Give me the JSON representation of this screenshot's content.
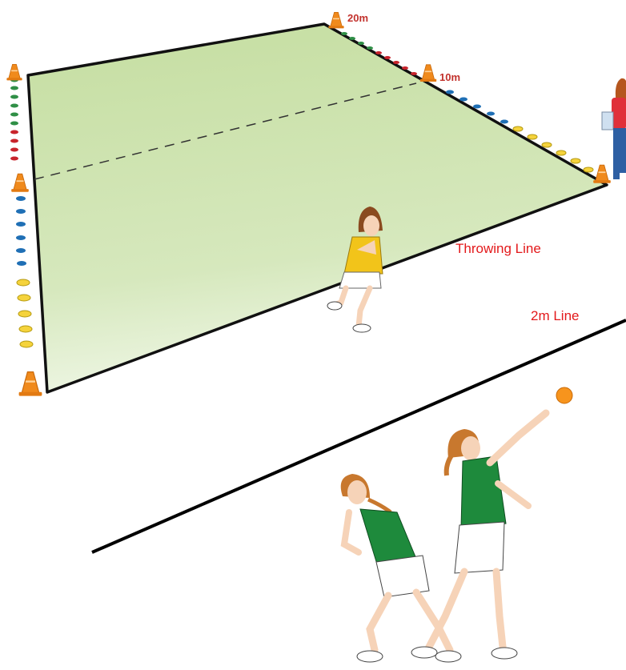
{
  "labels": {
    "marker_20m": "20m",
    "marker_10m": "10m",
    "throwing_line": "Throwing Line",
    "two_m_line": "2m Line"
  },
  "colors": {
    "field": "#c9e0a6",
    "field_edge": "#e8f3d7",
    "label_red": "#e3191b",
    "cone": "#f08a1c",
    "ball": "#f7941d",
    "shirt_green": "#1e8a3c",
    "bib_yellow": "#f2c41a",
    "disc_blue": "#1f6fb5",
    "disc_yellow": "#f5d33c",
    "disc_red": "#c8242c",
    "disc_green": "#2f8f46"
  },
  "icons": [
    "cone-icon",
    "marker-disc-icon",
    "shot-put-ball-icon"
  ]
}
